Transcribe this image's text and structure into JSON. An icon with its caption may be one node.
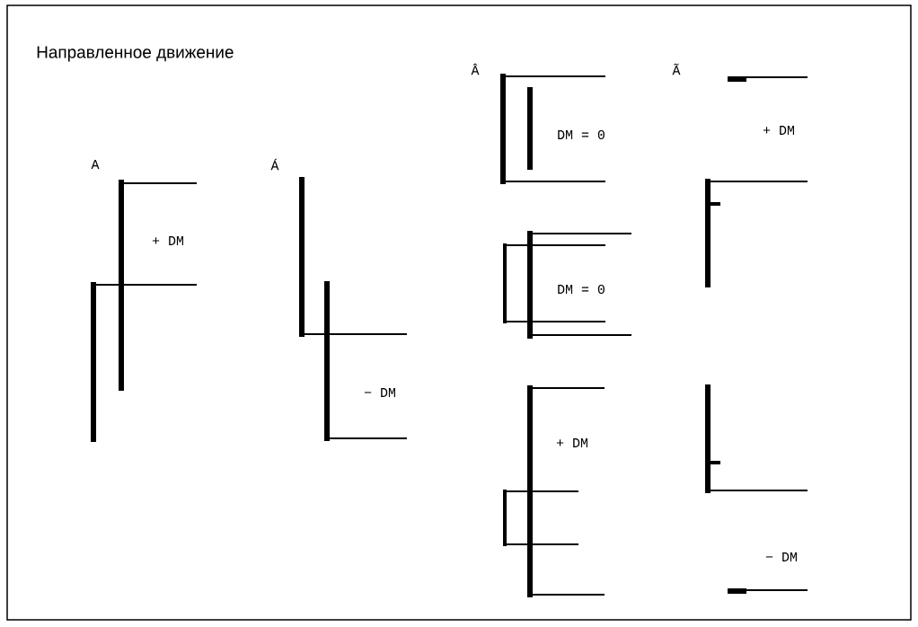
{
  "diagram": {
    "title": "Направленное движение",
    "labels": [
      "A",
      "+ DM",
      "Á",
      "− DM",
      "Â",
      "DM = 0",
      "DM = 0",
      "+ DM",
      "Ã",
      "+ DM",
      "− DM"
    ]
  }
}
